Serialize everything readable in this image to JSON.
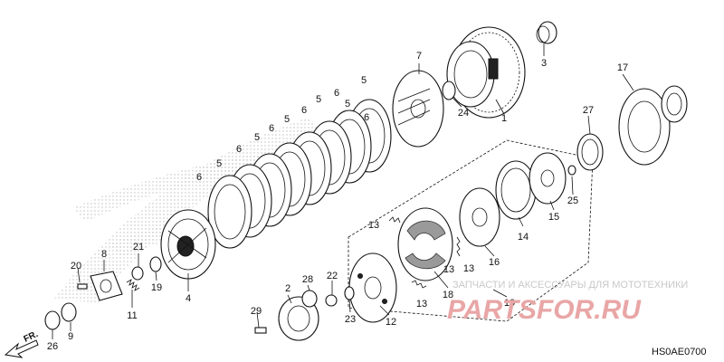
{
  "diagram_code": "HS0AE0700",
  "watermark": {
    "text": "ЗАПЧАСТИ И АКСЕССУАРЫ ДЛЯ МОТОТЕХНИКИ",
    "logo": "PARTSFOR.RU"
  },
  "direction_label": "FR.",
  "callouts": [
    "1",
    "2",
    "3",
    "4",
    "5",
    "5",
    "5",
    "5",
    "5",
    "5",
    "6",
    "6",
    "6",
    "6",
    "6",
    "6",
    "7",
    "8",
    "9",
    "10",
    "11",
    "12",
    "13",
    "13",
    "13",
    "13",
    "14",
    "15",
    "16",
    "17",
    "18",
    "19",
    "20",
    "21",
    "22",
    "23",
    "24",
    "25",
    "26",
    "27",
    "28",
    "29"
  ]
}
